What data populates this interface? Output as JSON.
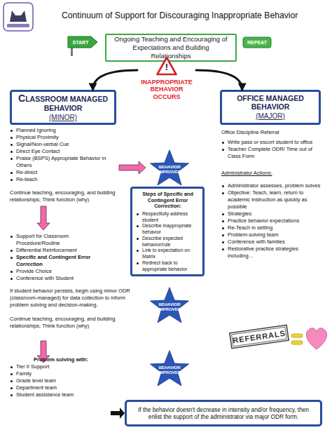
{
  "diagram": {
    "title": "Continuum of Support for Discouraging Inappropriate Behavior",
    "nodes": [
      {
        "text": [
          "START"
        ]
      },
      {
        "text": [
          "Ongoing Teaching and Encouraging of Expectations and Building Relationships"
        ]
      },
      {
        "text": [
          "REPEAT"
        ]
      },
      {
        "text": [
          "!",
          "INAPPROPRIATE BEHAVIOR OCCURS"
        ]
      },
      {
        "text": [
          "CLASSROOM MANAGED BEHAVIOR",
          "(MINOR)"
        ]
      },
      {
        "text": [
          "OFFICE MANAGED BEHAVIOR",
          "(MAJOR)"
        ]
      },
      {
        "text": [
          "BEHAVIOR IMPROVES"
        ]
      },
      {
        "text": [
          "Steps of Specific and Contingent Error Correction:",
          "Respectfully address student",
          "Describe inappropriate behavior",
          "Describe expected behavior/rule",
          "Link to expectation on Matrix",
          "Redirect back to appropriate behavior"
        ]
      },
      {
        "text": [
          "BEHAVIOR IMPROVES"
        ]
      },
      {
        "text": [
          "REFERRALS"
        ]
      },
      {
        "text": [
          "BEHAVIOR IMPROVES"
        ]
      },
      {
        "text": [
          "If the behavior doesn't decrease in intensity and/or frequency, then enlist the support of the administrator via major ODR form."
        ]
      }
    ],
    "edges": [
      {
        "from": 3,
        "to": 4,
        "arrow": "to"
      },
      {
        "from": 3,
        "to": 5,
        "arrow": "to"
      }
    ],
    "labels": [
      "Planned Ignoring",
      "Physical Proximity",
      "Signal/Non-verbal Cue",
      "Direct Eye Contact",
      "Praise (BSPS) Appropriate Behavior in Others",
      "Re-direct",
      "Re-teach",
      "Continue teaching, encouraging, and building relationships; Think function (why)",
      "Support for Classroom Procedure/Routine",
      "Differential Reinforcement",
      "Specific and Contingent Error Correction",
      "Provide Choice",
      "Conference with Student",
      "If student behavior persists, begin using minor ODR (classroom-managed) for data collection to inform problem solving and decision-making.",
      "Continue teaching, encouraging, and building relationships; Think function (why)",
      "Problem solving with:",
      "Tier II Support",
      "Family",
      "Grade level team",
      "Department team",
      "Student assistance team",
      "Office Discipline Referral",
      "Write pass or escort student to office",
      "Teacher Complete ODR/ Time out of Class Form",
      "Administrator Actions:",
      "Administrator assesses, problem solves",
      "Objective: Teach, learn, return to academic instruction as quickly as possible",
      "Strategies:",
      "Practice behavior expectations",
      "Re-Teach in setting",
      "Problem-solving team",
      "Conference with families",
      "Restorative practice strategies including…"
    ]
  }
}
